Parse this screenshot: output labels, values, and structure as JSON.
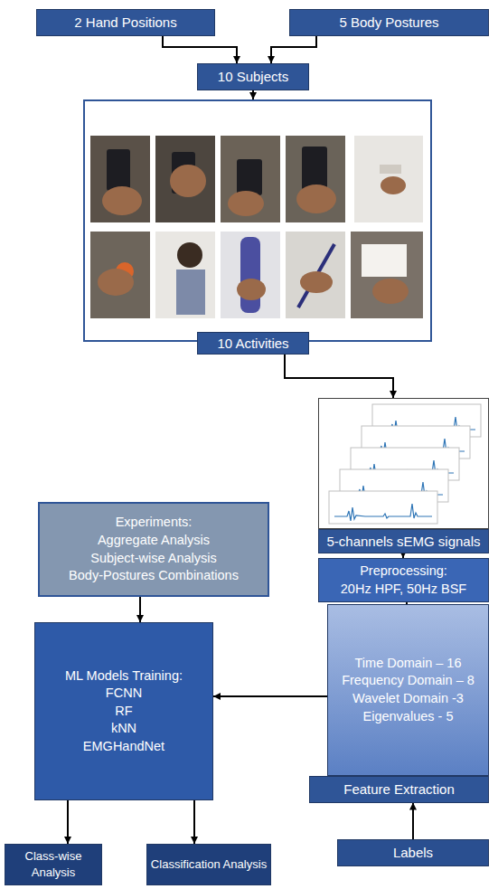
{
  "diagram": {
    "nodes": [
      {
        "text": [
          "2 Hand Positions"
        ]
      },
      {
        "text": [
          "5 Body Postures"
        ]
      },
      {
        "text": [
          "10 Subjects"
        ]
      },
      {
        "text": [
          "10 Activities"
        ]
      },
      {
        "text": [
          "5-channels sEMG signals"
        ]
      },
      {
        "text": [
          "Experiments:",
          "Aggregate Analysis",
          "Subject-wise Analysis",
          "Body-Postures Combinations"
        ]
      },
      {
        "text": [
          "Preprocessing:",
          "20Hz HPF, 50Hz BSF"
        ]
      },
      {
        "text": [
          "Time Domain – 16",
          "Frequency Domain – 8",
          "Wavelet Domain -3",
          "Eigenvalues - 5"
        ]
      },
      {
        "text": [
          "ML Models Training:",
          "FCNN",
          "RF",
          "kNN",
          "EMGHandNet"
        ]
      },
      {
        "text": [
          "Feature Extraction"
        ]
      },
      {
        "text": [
          "Class-wise Analysis"
        ]
      },
      {
        "text": [
          "Classification Analysis"
        ]
      },
      {
        "text": [
          "Labels"
        ]
      }
    ],
    "edges": [
      {
        "from": 0,
        "to": 2,
        "arrow": "to"
      },
      {
        "from": 1,
        "to": 2,
        "arrow": "to"
      },
      {
        "from": 2,
        "to": 3,
        "arrow": "to"
      },
      {
        "from": 3,
        "to": 4,
        "arrow": "to"
      },
      {
        "from": 4,
        "to": 6,
        "arrow": "to"
      },
      {
        "from": 6,
        "to": 7,
        "arrow": "to"
      },
      {
        "from": 12,
        "to": 9,
        "arrow": "to"
      },
      {
        "from": 7,
        "to": 8,
        "arrow": "to"
      },
      {
        "from": 5,
        "to": 8,
        "arrow": "to"
      },
      {
        "from": 8,
        "to": 10,
        "arrow": "to"
      },
      {
        "from": 8,
        "to": 11,
        "arrow": "to"
      }
    ]
  }
}
